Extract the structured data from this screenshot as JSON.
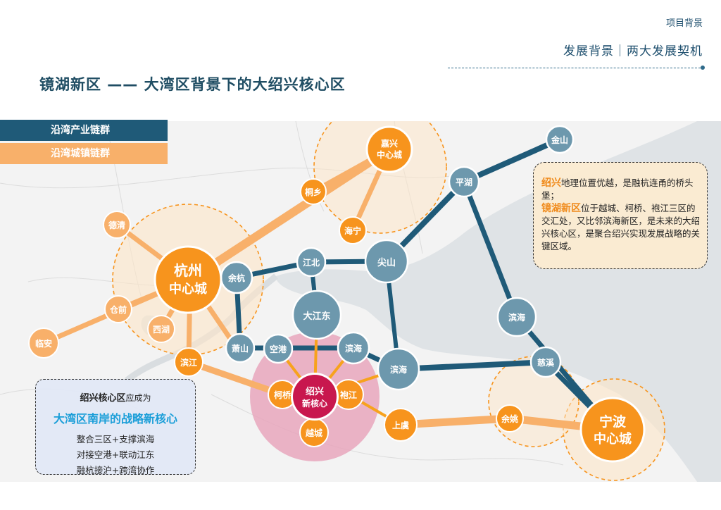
{
  "header": {
    "section": "项目背景",
    "subtitle": "发展背景｜两大发展契机"
  },
  "title": "镜湖新区 —— 大湾区背景下的大绍兴核心区",
  "legend": {
    "industry_chain": "沿湾产业链群",
    "town_chain": "沿湾城镇链群"
  },
  "info": {
    "shaoxing": "绍兴",
    "shaoxing_text": "地理位置优越，是融杭连甬的桥头堡；",
    "jinghu": "镜湖新区",
    "jinghu_text": "位于越城、柯桥、袍江三区的交汇处，又比邻滨海新区，是未来的大绍兴核心区，是聚合绍兴实现发展战略的关键区域。"
  },
  "core_box": {
    "lead": "绍兴核心区",
    "lead_suffix": "应成为",
    "headline": "大湾区南岸的战略新核心",
    "items": [
      "整合三区+支撑滨海",
      "对接空港+联动江东",
      "融杭接沪+跨湾协作"
    ]
  },
  "nodes": {
    "hangzhou": [
      "杭州",
      "中心城"
    ],
    "jiaxing": [
      "嘉兴",
      "中心城"
    ],
    "ningbo": [
      "宁波",
      "中心城"
    ],
    "shaoxing": [
      "绍兴",
      "新核心"
    ],
    "jinshan": "金山",
    "pinghu": "平湖",
    "haining": "海宁",
    "tongxiang": "桐乡",
    "deqing": "德清",
    "linan": "临安",
    "fuyang": "仓前",
    "xihu": "西湖",
    "binjiang": "滨江",
    "yuhang": "余杭",
    "jiangbei": "江北",
    "jianshan": "尖山",
    "dajiangdong": "大江东",
    "xiaoshan": "萧山",
    "konggang": "空港",
    "binhai_a": "滨海",
    "binhai_b": "滨海",
    "binhai_c": "滨海",
    "keqiao": "柯桥",
    "paojiang": "袍江",
    "yuecheng": "越城",
    "shangyu": "上虞",
    "yuyao": "余姚",
    "cixi": "慈溪"
  },
  "colors": {
    "dark_blue": "#1f5a78",
    "steel_blue": "#6d98ad",
    "orange": "#f7941d",
    "light_orange": "#f8b06a",
    "pink": "#e4a2b6",
    "crimson": "#c8174e"
  }
}
